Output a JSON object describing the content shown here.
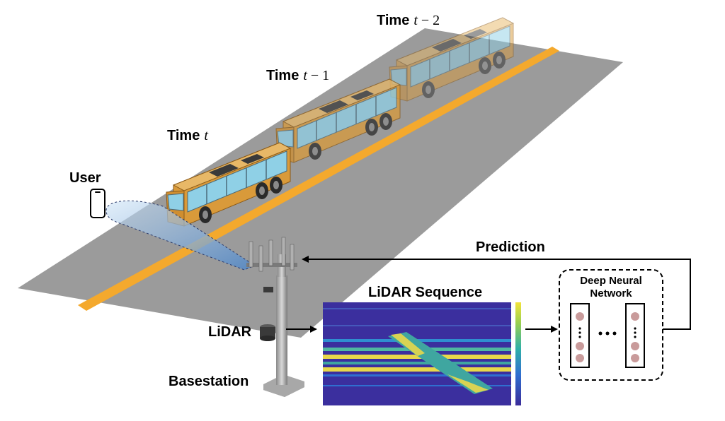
{
  "time_labels": {
    "t": {
      "prefix": "Time",
      "var": "t",
      "op": "",
      "num": ""
    },
    "t1": {
      "prefix": "Time",
      "var": "t",
      "op": "−",
      "num": "1"
    },
    "t2": {
      "prefix": "Time",
      "var": "t",
      "op": "−",
      "num": "2"
    }
  },
  "labels": {
    "user": "User",
    "lidar": "LiDAR",
    "basestation": "Basestation",
    "prediction": "Prediction",
    "sequence_title": "LiDAR Sequence",
    "dnn_line1": "Deep Neural",
    "dnn_line2": "Network"
  },
  "colors": {
    "road": "#9b9b9b",
    "lane_line": "#f4a92d",
    "bus_body": "#d99a3a",
    "bus_window": "#8fd0e6",
    "beam": "#7fb4e0",
    "neuron": "#c99b9b",
    "heatmap_bg": "#3b2f9e",
    "heatmap_band": "#e8d84a",
    "heatmap_mid": "#3fa6a0"
  },
  "icons": [
    "phone-icon",
    "bus-icon",
    "tower-icon",
    "lidar-sensor-icon",
    "neuron-icon"
  ]
}
